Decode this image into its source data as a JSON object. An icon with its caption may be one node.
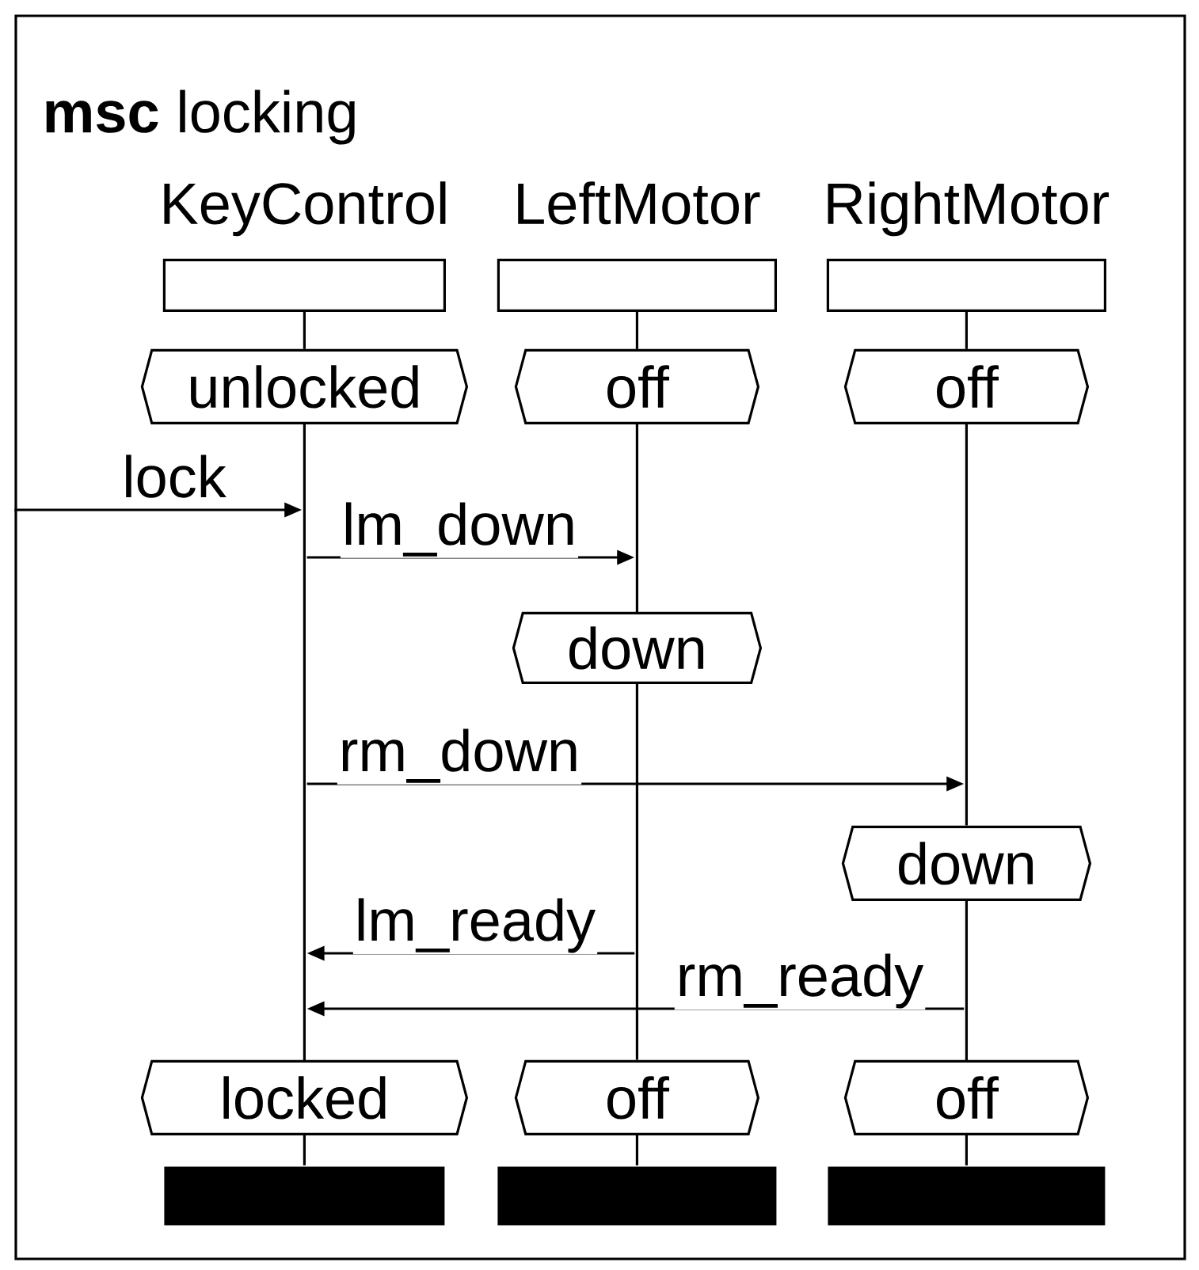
{
  "diagram": {
    "title": "**msc** locking",
    "nodes": [
      {
        "text": [],
        "shape": "box"
      },
      {
        "text": [
          "KeyControl"
        ],
        "in": 0
      },
      {
        "text": [
          "LeftMotor"
        ],
        "in": 0
      },
      {
        "text": [
          "RightMotor"
        ],
        "in": 0
      },
      {
        "text": [
          "unlocked"
        ],
        "in": 0
      },
      {
        "text": [
          "off"
        ],
        "in": 0
      },
      {
        "text": [
          "off"
        ],
        "in": 0
      },
      {
        "text": [
          "down"
        ],
        "in": 0
      },
      {
        "text": [
          "down"
        ],
        "in": 0
      },
      {
        "text": [
          "locked"
        ],
        "in": 0
      },
      {
        "text": [
          "off"
        ],
        "in": 0
      },
      {
        "text": [
          "off"
        ],
        "in": 0
      },
      {
        "text": [],
        "shape": "bar",
        "in": 0
      },
      {
        "text": [],
        "shape": "bar",
        "in": 0
      },
      {
        "text": [],
        "shape": "bar",
        "in": 0
      },
      {
        "text": [],
        "shape": "line",
        "in": 0
      },
      {
        "text": [],
        "shape": "line",
        "in": 0
      },
      {
        "text": [],
        "shape": "line",
        "in": 0
      },
      {
        "text": [],
        "shape": "line",
        "in": 0
      },
      {
        "text": [],
        "shape": "line",
        "in": 0
      }
    ],
    "edges": [
      {
        "from": 0,
        "to": 15,
        "arrow": "to",
        "label": "lock"
      },
      {
        "from": 15,
        "to": 16,
        "arrow": "to",
        "label": "lm_down"
      },
      {
        "from": 15,
        "to": 18,
        "arrow": "to",
        "label": "rm_down"
      },
      {
        "from": 17,
        "to": 15,
        "arrow": "to",
        "label": "lm_ready"
      },
      {
        "from": 19,
        "to": 15,
        "arrow": "to",
        "label": "rm_ready"
      },
      {
        "from": 1,
        "to": 4,
        "arrow": "none"
      },
      {
        "from": 9,
        "to": 12,
        "arrow": "none"
      },
      {
        "from": 2,
        "to": 5,
        "arrow": "none"
      },
      {
        "from": 10,
        "to": 13,
        "arrow": "none"
      },
      {
        "from": 3,
        "to": 6,
        "arrow": "none"
      },
      {
        "from": 11,
        "to": 14,
        "arrow": "none"
      }
    ]
  }
}
